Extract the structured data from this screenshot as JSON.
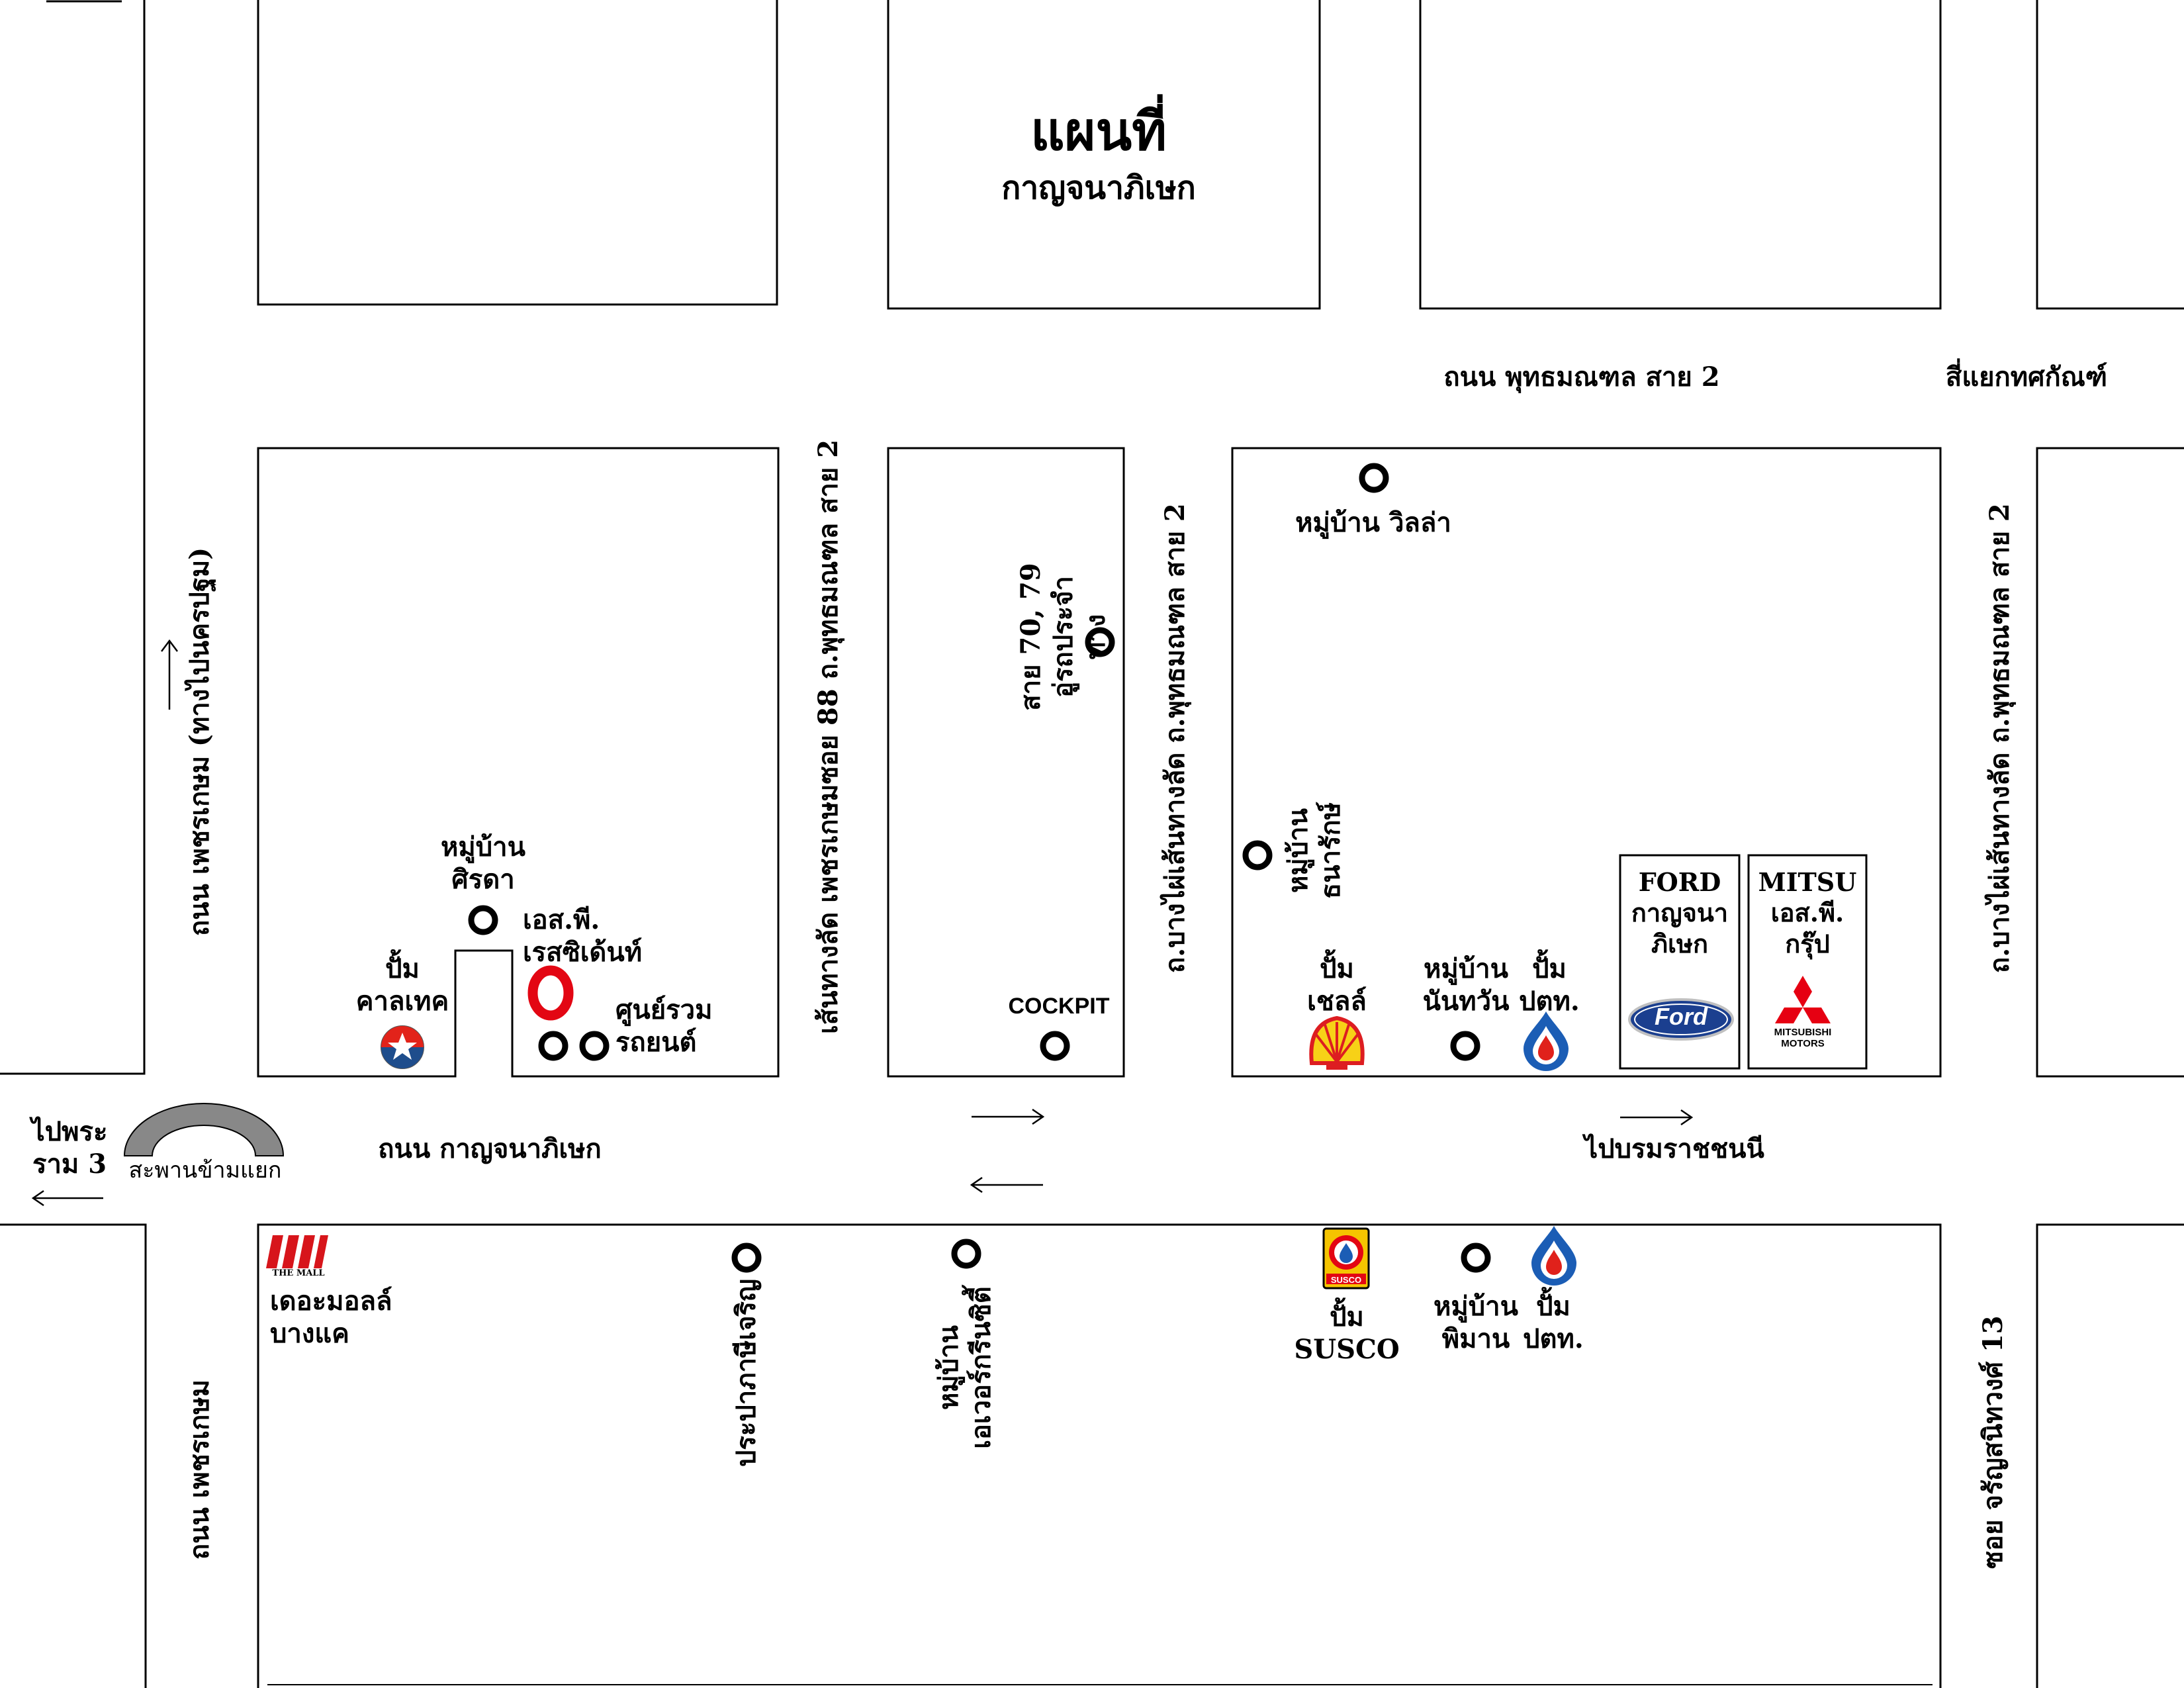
{
  "map": {
    "title": "แผนที่",
    "subtitle": "กาญจนาภิเษก"
  },
  "roads": {
    "main_road": "ถนน กาญจนาภิเษก",
    "phutthamonthon_2": "ถนน พุทธมณฑล สาย 2",
    "intersection": "สี่แยกทศกัณฑ์",
    "phetkasem_north": "ถนน เพชรเกษม (ทางไปนครปฐม)",
    "phetkasem_south": "ถนน เพชรเกษม",
    "phetkasem_soi_88": "เส้นทางลัด เพชรเกษมซอย 88 ถ.พุทธมณฑล สาย 2",
    "bangphai_shortcut_1": "ถ.บางไผ่เส้นทางลัด ถ.พุทธมณฑล สาย 2",
    "bangphai_shortcut_2": "ถ.บางไผ่เส้นทางลัด ถ.พุทธมณฑล สาย 2",
    "soi_charansanitwong": "ซอย จรัญสนิทวงศ์ 13",
    "to_rama3": "ไปพระ\nราม 3",
    "bridge": "สะพานข้ามแยก",
    "to_borom": "ไปบรมราชชนนี",
    "bus_stop": "สาย 70, 79\nอู่รถประจำทาง"
  },
  "places": {
    "sirada": "หมู่บ้าน\nศิรดา",
    "sp_residence": "เอส.พี.\nเรสซิเด้นท์",
    "caltex": "ปั้ม\nคาลเทค",
    "car_center": "ศูนย์รวม\nรถยนต์",
    "cockpit": "COCKPIT",
    "villa": "หมู่บ้าน วิลล่า",
    "thanarak": "หมู่บ้าน\nธนารักษ์",
    "shell": "ปั้ม\nเชลล์",
    "nanthawan": "หมู่บ้าน\nนันทวัน",
    "ptt_north": "ปั้ม\nปตท.",
    "ford": "FORD\nกาญจนา\nภิเษก",
    "mitsu": "MITSU\nเอส.พี.\nกรุ๊ป",
    "the_mall": "เดอะมอลล์\nบางแค",
    "prapa": "ประปาภาษีเจริญ",
    "evergreen": "หมู่บ้าน\nเอเวอร์กรีนซิตี้",
    "susco": "ปั้ม\nSUSCO",
    "phiman": "หมู่บ้าน\nพิมาน",
    "ptt_south": "ปั้ม\nปตท."
  },
  "logos": {
    "ford": "Ford",
    "mitsubishi": "MITSUBISHI\nMOTORS",
    "the_mall": "THE MALL",
    "susco": "SUSCO"
  },
  "colors": {
    "line": "#000000",
    "caltex_red": "#e2231a",
    "caltex_blue": "#1e4d8c",
    "shell_yellow": "#f7d117",
    "shell_red": "#dd1d21",
    "ptt_blue": "#1b5db5",
    "ptt_red": "#e0211b",
    "ford_blue": "#1b3f8f",
    "mitsubishi_red": "#e60012",
    "mall_red": "#d7151b",
    "susco_yellow": "#f5c400",
    "marker_red": "#e30613"
  },
  "icons": {
    "village_marker": "ring-marker",
    "arrows": "direction-arrow",
    "bridge": "arch-bridge"
  }
}
